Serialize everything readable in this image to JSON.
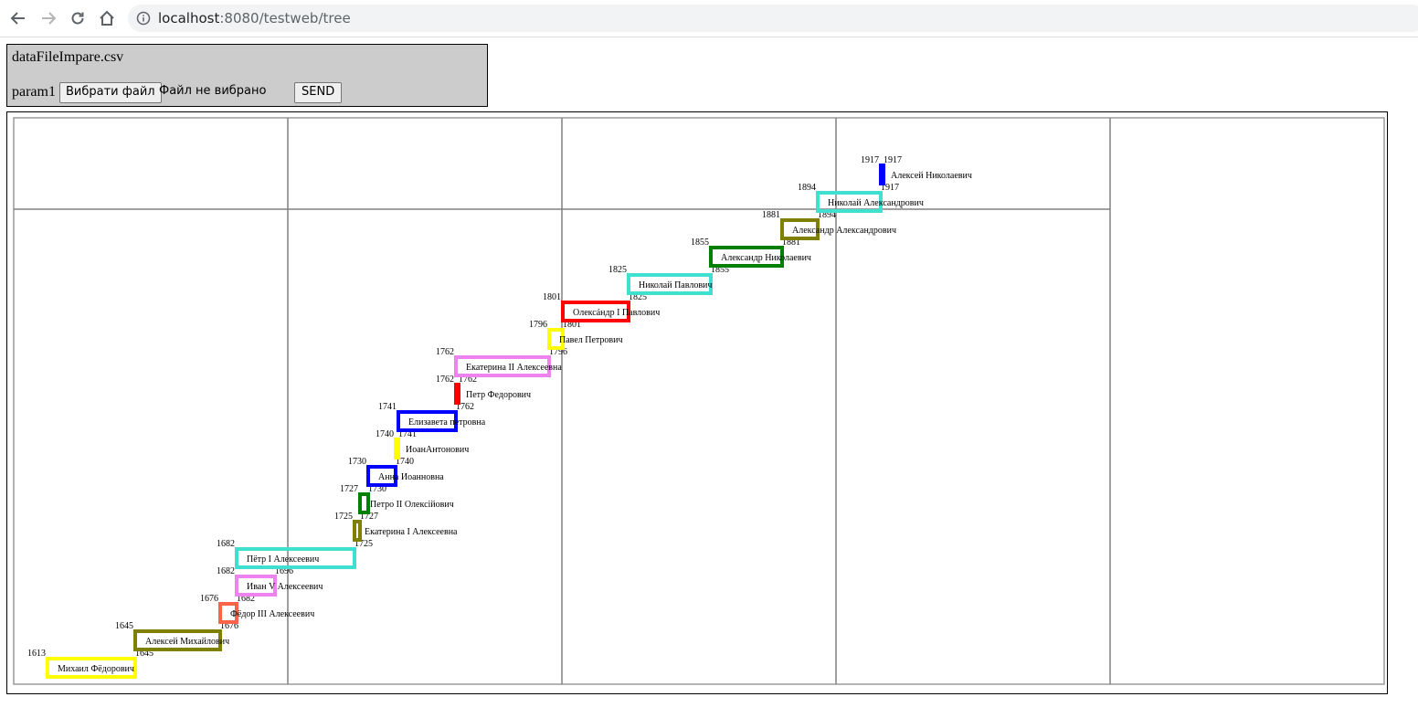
{
  "browser": {
    "url_host": "localhost",
    "url_rest": ":8080/testweb/tree"
  },
  "form": {
    "title": "dataFileImpare.csv",
    "param_label": "param1",
    "file_button": "Вибрати файл",
    "file_status": "Файл не вибрано",
    "send_button": "SEND"
  },
  "colors": {
    "grid": "#808080",
    "yellow": "#ffff00",
    "olive": "#808000",
    "tomato": "#ff6347",
    "violet": "#ee82ee",
    "turquoise": "#40e0d0",
    "green": "#008000",
    "blue": "#0000ff",
    "red": "#ff0000"
  },
  "reigns": [
    {
      "name": "Михаил Фёдорович",
      "start": 1613,
      "end": 1645,
      "color": "#ffff00"
    },
    {
      "name": "Алексей Михайлович",
      "start": 1645,
      "end": 1676,
      "color": "#808000"
    },
    {
      "name": "Фёдор III Алексеевич",
      "start": 1676,
      "end": 1682,
      "color": "#ff6347"
    },
    {
      "name": "Иван V Алексеевич",
      "start": 1682,
      "end": 1696,
      "color": "#ee82ee"
    },
    {
      "name": "Пётр I Алексеевич",
      "start": 1682,
      "end": 1725,
      "color": "#40e0d0"
    },
    {
      "name": "Екатерина I Алексеевна",
      "start": 1725,
      "end": 1727,
      "color": "#808000"
    },
    {
      "name": "Петро II Олексійович",
      "start": 1727,
      "end": 1730,
      "color": "#008000"
    },
    {
      "name": "Анна Иоанновна",
      "start": 1730,
      "end": 1740,
      "color": "#0000ff"
    },
    {
      "name": "ИоанАнтонович",
      "start": 1740,
      "end": 1741,
      "color": "#ffff00"
    },
    {
      "name": "Елизавета петровна",
      "start": 1741,
      "end": 1762,
      "color": "#0000ff"
    },
    {
      "name": "Петр Федорович",
      "start": 1762,
      "end": 1762,
      "color": "#ff0000"
    },
    {
      "name": "Екатерина II Алексеевна",
      "start": 1762,
      "end": 1796,
      "color": "#ee82ee"
    },
    {
      "name": "Павел Петрович",
      "start": 1796,
      "end": 1801,
      "color": "#ffff00"
    },
    {
      "name": "Олексáндр I Павлович",
      "start": 1801,
      "end": 1825,
      "color": "#ff0000"
    },
    {
      "name": "Николай Павлович",
      "start": 1825,
      "end": 1855,
      "color": "#40e0d0"
    },
    {
      "name": "Александр Николаевич",
      "start": 1855,
      "end": 1881,
      "color": "#008000"
    },
    {
      "name": "Александр Александрович",
      "start": 1881,
      "end": 1894,
      "color": "#808000"
    },
    {
      "name": "Николай Александрович",
      "start": 1894,
      "end": 1917,
      "color": "#40e0d0"
    },
    {
      "name": "Алексей Николаевич",
      "start": 1917,
      "end": 1917,
      "color": "#0000ff"
    }
  ]
}
